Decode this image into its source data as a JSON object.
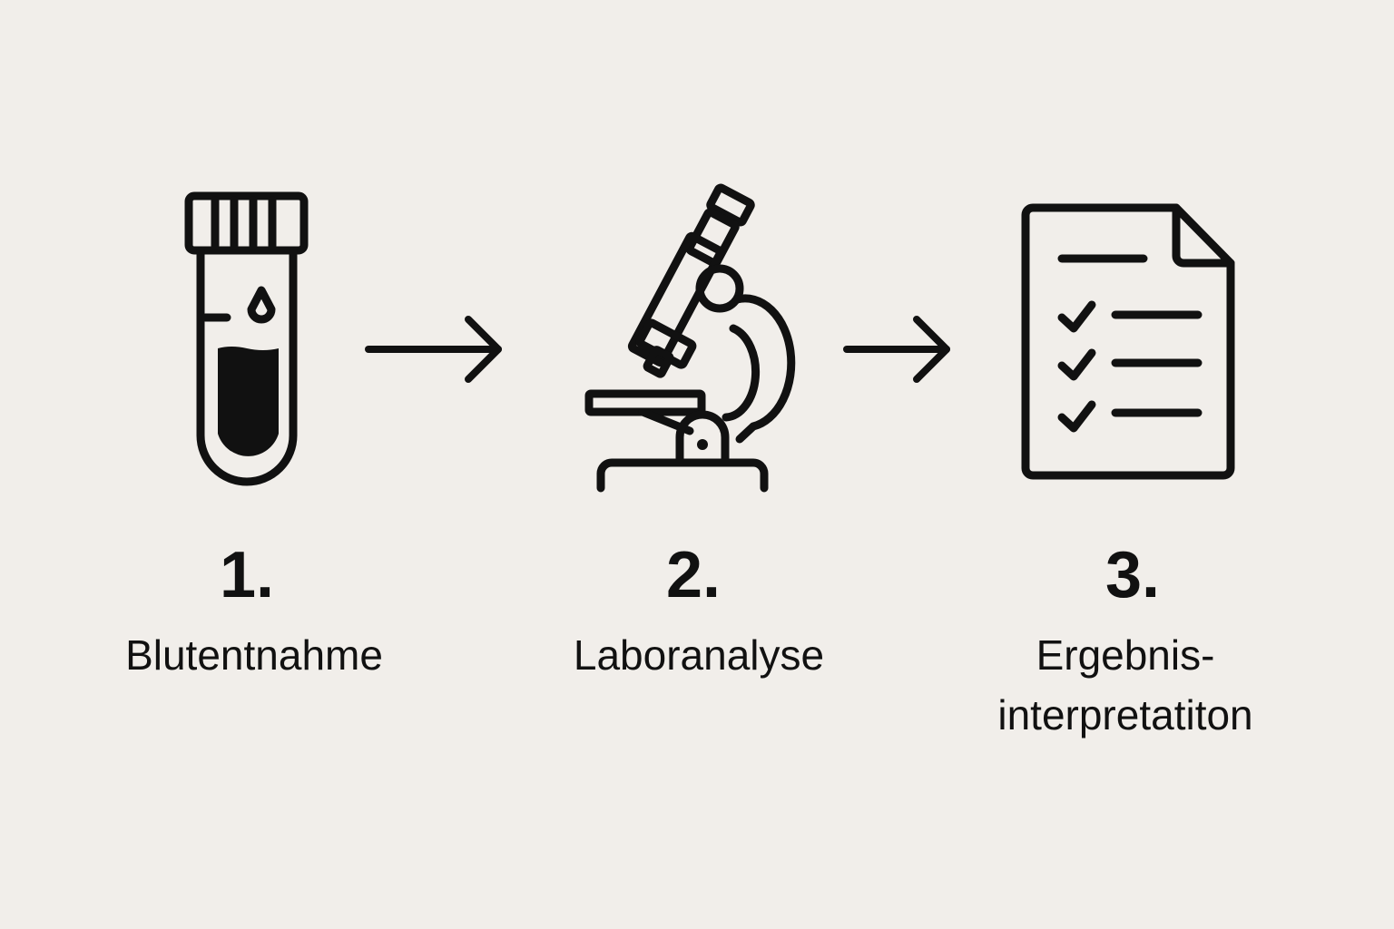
{
  "colors": {
    "background": "#f1eeea",
    "ink": "#111111"
  },
  "steps": [
    {
      "number": "1.",
      "label": "Blutentnahme",
      "icon": "blood-test-tube-icon"
    },
    {
      "number": "2.",
      "label": "Laboranalyse",
      "icon": "microscope-icon"
    },
    {
      "number": "3.",
      "label_line1": "Ergebnis-",
      "label_line2": "interpretatiton",
      "icon": "checklist-document-icon"
    }
  ],
  "connectors": [
    "arrow-right-icon",
    "arrow-right-icon"
  ]
}
